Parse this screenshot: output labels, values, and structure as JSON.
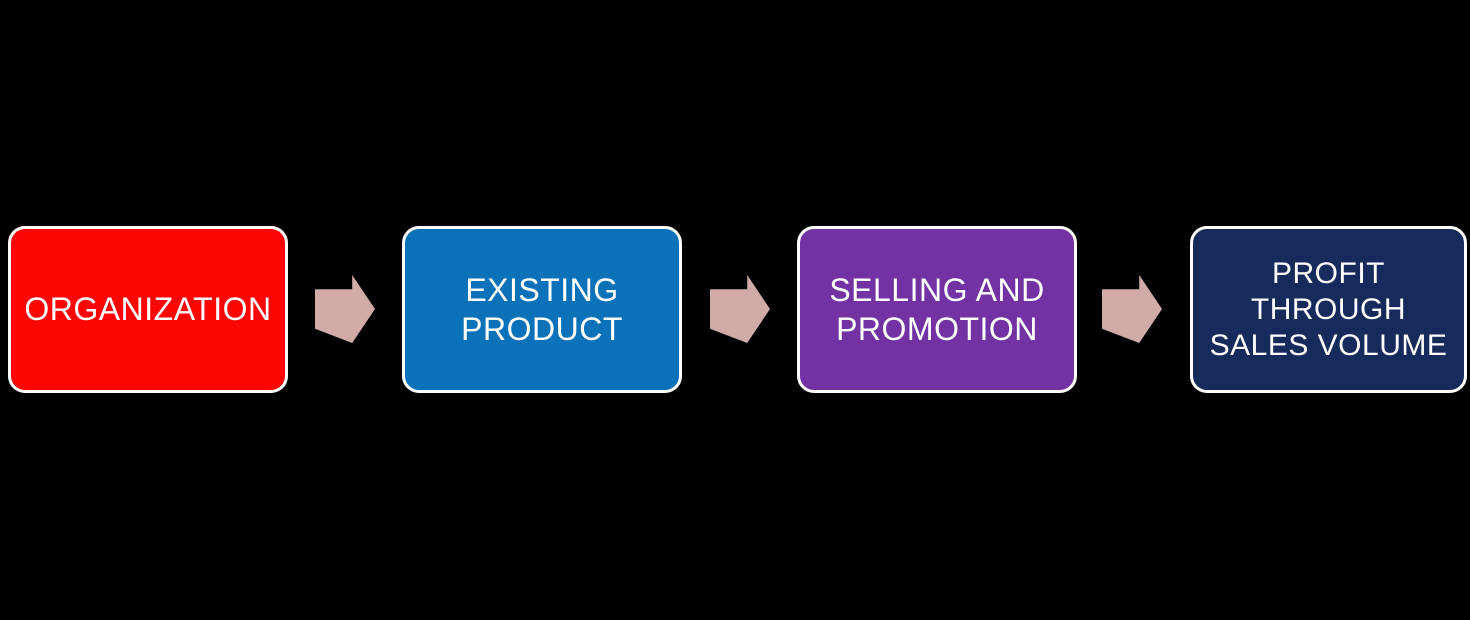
{
  "diagram": {
    "type": "process-flow",
    "background_color": "#000000",
    "text_color": "#FFFFFF",
    "border_color": "#FFFFFF",
    "arrow_color": "#D0ABA8",
    "steps": [
      {
        "id": "organization",
        "label": "ORGANIZATION",
        "fill": "#FB0505"
      },
      {
        "id": "existing-product",
        "label": "EXISTING\nPRODUCT",
        "fill": "#0B72BA"
      },
      {
        "id": "selling-and-promotion",
        "label": "SELLING AND\nPROMOTION",
        "fill": "#7232A4"
      },
      {
        "id": "profit-through-sales-volume",
        "label": "PROFIT\nTHROUGH\nSALES VOLUME",
        "fill": "#162A5C"
      }
    ],
    "connectors": [
      {
        "id": "arrow-1",
        "from": "organization",
        "to": "existing-product"
      },
      {
        "id": "arrow-2",
        "from": "existing-product",
        "to": "selling-and-promotion"
      },
      {
        "id": "arrow-3",
        "from": "selling-and-promotion",
        "to": "profit-through-sales-volume"
      }
    ]
  }
}
